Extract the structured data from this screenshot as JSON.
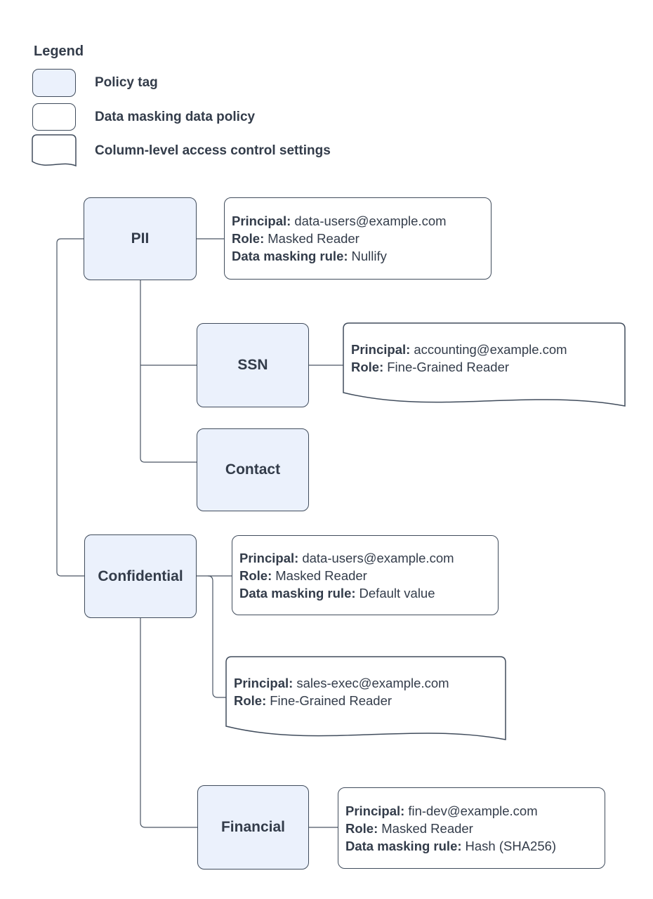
{
  "legend": {
    "title": "Legend",
    "items": [
      {
        "shape": "policy-tag",
        "label": "Policy tag"
      },
      {
        "shape": "data-masking-data-policy",
        "label": "Data masking data policy"
      },
      {
        "shape": "column-level-access-control-settings",
        "label": "Column-level access control settings"
      }
    ]
  },
  "tags": {
    "pii": {
      "label": "PII"
    },
    "ssn": {
      "label": "SSN"
    },
    "contact": {
      "label": "Contact"
    },
    "confidential": {
      "label": "Confidential"
    },
    "financial": {
      "label": "Financial"
    }
  },
  "policies": {
    "pii_masking": {
      "lines": [
        {
          "label": "Principal:",
          "value": "data-users@example.com"
        },
        {
          "label": "Role:",
          "value": "Masked Reader"
        },
        {
          "label": "Data masking rule:",
          "value": "Nullify"
        }
      ]
    },
    "ssn_access": {
      "lines": [
        {
          "label": "Principal:",
          "value": "accounting@example.com"
        },
        {
          "label": "Role:",
          "value": "Fine-Grained Reader"
        }
      ]
    },
    "confidential_masking": {
      "lines": [
        {
          "label": "Principal:",
          "value": "data-users@example.com"
        },
        {
          "label": "Role:",
          "value": "Masked Reader"
        },
        {
          "label": "Data masking rule:",
          "value": "Default value"
        }
      ]
    },
    "confidential_access": {
      "lines": [
        {
          "label": "Principal:",
          "value": "sales-exec@example.com"
        },
        {
          "label": "Role:",
          "value": "Fine-Grained Reader"
        }
      ]
    },
    "financial_masking": {
      "lines": [
        {
          "label": "Principal:",
          "value": "fin-dev@example.com"
        },
        {
          "label": "Role:",
          "value": "Masked Reader"
        },
        {
          "label": "Data masking rule:",
          "value": "Hash (SHA256)"
        }
      ]
    }
  },
  "colors": {
    "policy_tag_fill": "#ebf1fc",
    "node_border": "#404c5c",
    "connector_line": "#4a5564",
    "text": "#333c4a",
    "background": "#ffffff"
  }
}
